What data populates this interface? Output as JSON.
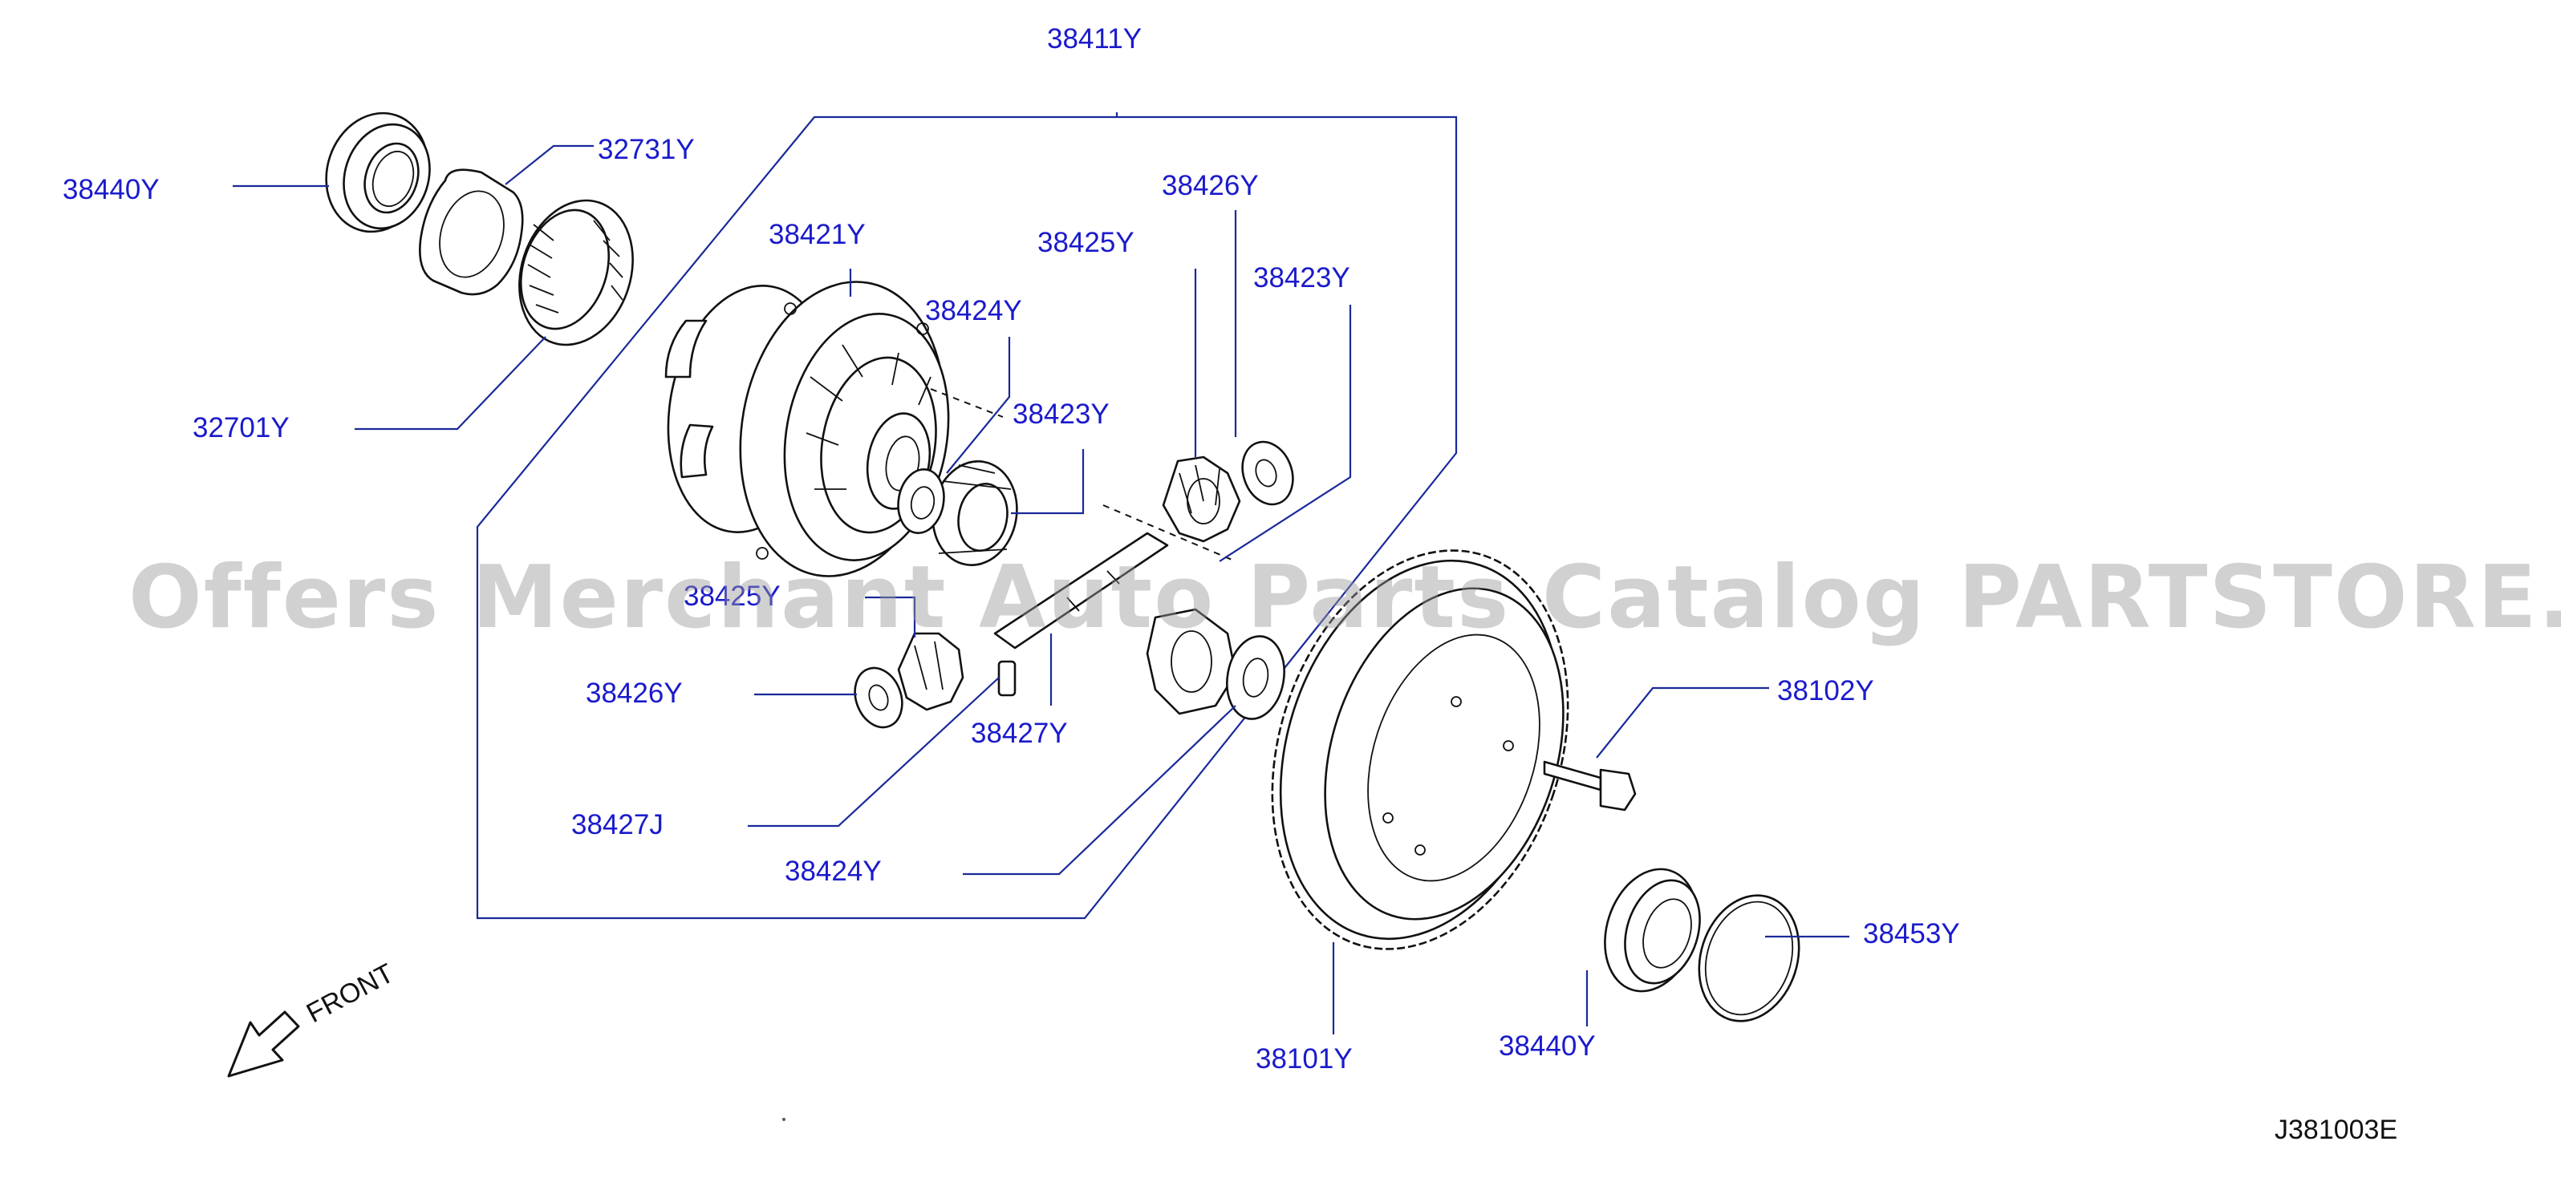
{
  "diagram": {
    "callouts": {
      "p38411Y": "38411Y",
      "p38440Y_top": "38440Y",
      "p32731Y": "32731Y",
      "p38421Y": "38421Y",
      "p38426Y_top": "38426Y",
      "p38425Y": "38425Y",
      "p38423Y_right": "38423Y",
      "p38424Y_top": "38424Y",
      "p38423Y_mid": "38423Y",
      "p32701Y": "32701Y",
      "p38425Y_hidden": "38425Y",
      "p38426Y_left": "38426Y",
      "p38427Y": "38427Y",
      "p38427J": "38427J",
      "p38424Y_bottom": "38424Y",
      "p38102Y": "38102Y",
      "p38453Y": "38453Y",
      "p38101Y": "38101Y",
      "p38440Y_bottom": "38440Y"
    },
    "front_label": "FRONT",
    "reference_code": "J381003E",
    "watermark": "Offers Merchant Auto Parts Catalog PARTSTORE.SA",
    "colors": {
      "label": "#1a1acc",
      "leader_line": "#1a2a99",
      "parts": "#111111",
      "watermark": "#9a9a9a"
    }
  }
}
